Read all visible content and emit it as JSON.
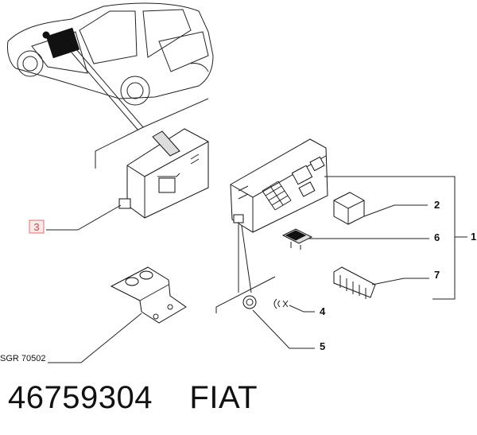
{
  "callouts": {
    "c1": "1",
    "c2": "2",
    "c3": "3",
    "c4": "4",
    "c5": "5",
    "c6": "6",
    "c7": "7"
  },
  "reference_code": "SGR 70502",
  "caption": {
    "part_number": "46759304",
    "brand": "FIAT"
  },
  "colors": {
    "highlight_box": "#e07070",
    "line": "#222222"
  }
}
